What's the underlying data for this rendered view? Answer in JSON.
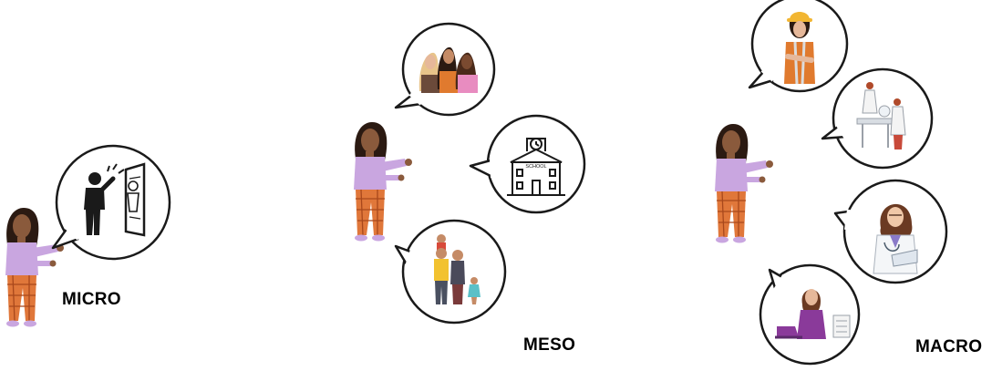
{
  "labels": {
    "micro": "MICRO",
    "meso": "MESO",
    "macro": "MACRO"
  },
  "colors": {
    "ink": "#1a1a1a",
    "shirt": "#c9a6e0",
    "pants": "#e0773a",
    "skin": "#8a5a3c",
    "hair": "#2b1a12"
  },
  "icons": {
    "micro": [
      "high-five-icon"
    ],
    "meso": [
      "friends-group-icon",
      "school-icon",
      "family-icon"
    ],
    "macro": [
      "construction-worker-icon",
      "scientists-icon",
      "doctor-icon",
      "office-worker-icon"
    ]
  },
  "school_sign": "SCHOOL"
}
